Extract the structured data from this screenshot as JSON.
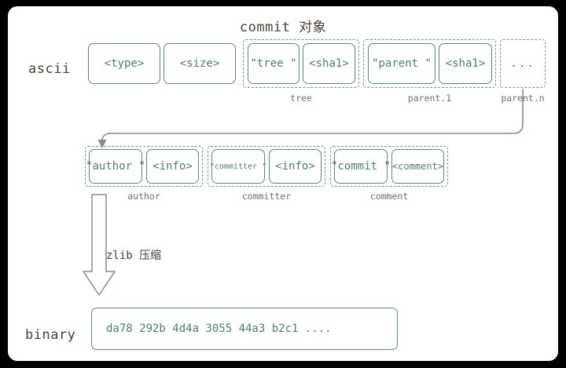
{
  "diagram": {
    "title": "commit 对象",
    "row_labels": {
      "ascii": "ascii",
      "binary": "binary"
    },
    "colors": {
      "box_border": "#5f8a78",
      "box_text": "#4d7e6c",
      "group_border": "#6f9a88",
      "caption": "#6f6f6f",
      "label_text": "#4a3f35",
      "arrow": "#8a8a8a",
      "card_bg": "#ffffff",
      "page_bg": "#000000"
    },
    "ascii_row": {
      "boxes": [
        {
          "text": "<type>"
        },
        {
          "text": "<size>"
        }
      ],
      "groups": [
        {
          "caption": "tree",
          "fields": [
            {
              "text": "\"tree \""
            },
            {
              "text": "<sha1>"
            }
          ]
        },
        {
          "caption": "parent.1",
          "fields": [
            {
              "text": "\"parent \""
            },
            {
              "text": "<sha1>"
            }
          ]
        },
        {
          "caption": "parent.n",
          "fields": [],
          "placeholder": "..."
        }
      ]
    },
    "meta_row": {
      "groups": [
        {
          "caption": "author",
          "fields": [
            {
              "text": "\"author \""
            },
            {
              "text": "<info>"
            }
          ]
        },
        {
          "caption": "committer",
          "fields": [
            {
              "text": "\"committer \"",
              "size": "small"
            },
            {
              "text": "<info>"
            }
          ]
        },
        {
          "caption": "comment",
          "fields": [
            {
              "text": "\"commit \""
            },
            {
              "text": "<comment>",
              "size": "tiny"
            }
          ]
        }
      ]
    },
    "transform": {
      "label": "zlib 压缩"
    },
    "binary_row": {
      "value": "da78 292b 4d4a 3055 44a3 b2c1 ...."
    }
  }
}
